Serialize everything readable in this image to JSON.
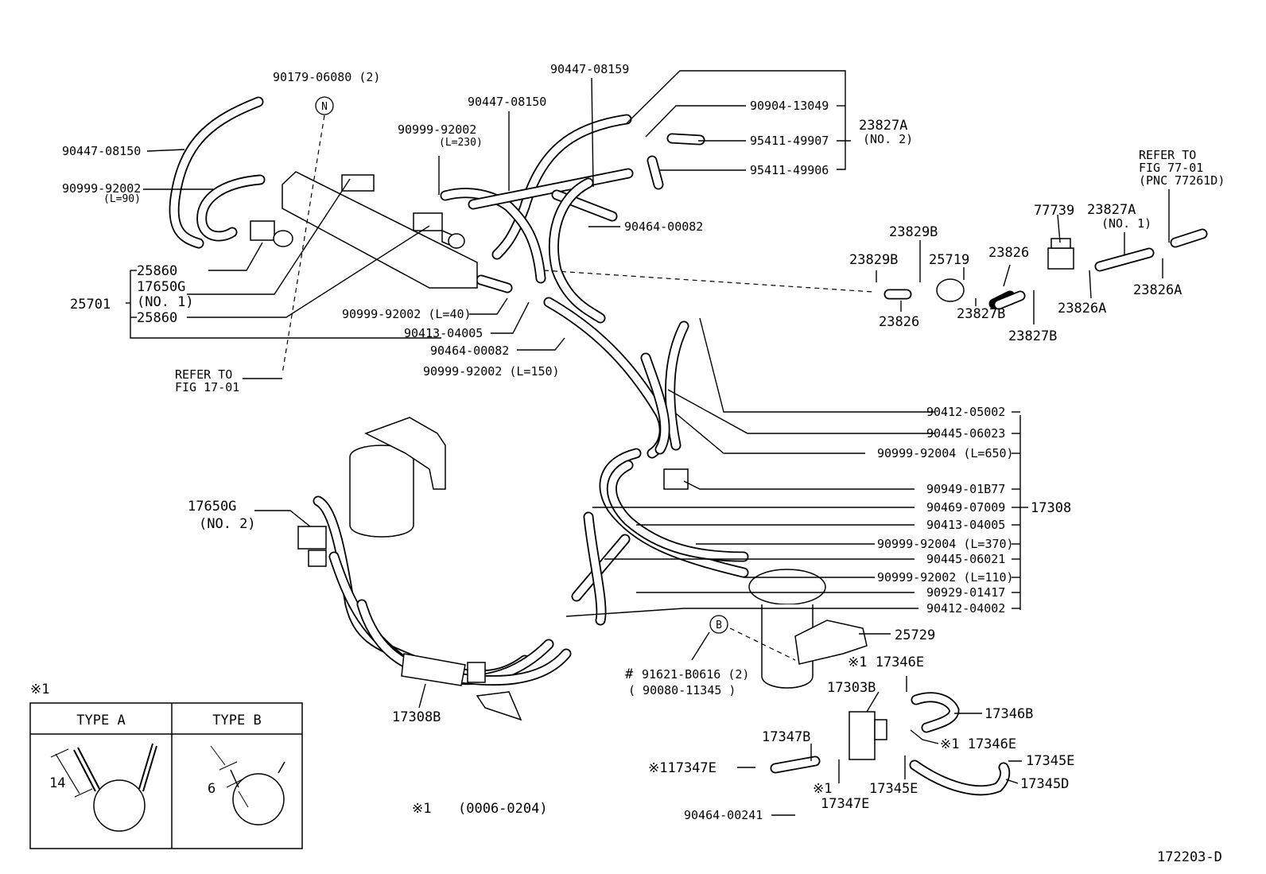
{
  "callouts": {
    "p90179_06080": "90179-06080 (2)",
    "p90447_08150_left": "90447-08150",
    "p90999_92002_l90": "90999-92002",
    "l90": "(L=90)",
    "p25860_a": "25860",
    "p17650g_no1": "17650G",
    "no1": "(NO. 1)",
    "p25701": "25701",
    "p25860_b": "25860",
    "refer_17_01_a": "REFER TO",
    "refer_17_01_b": "FIG 17-01",
    "p90447_08159": "90447-08159",
    "p90447_08150_mid": "90447-08150",
    "p90999_92002_l230": "90999-92002",
    "l230": "(L=230)",
    "p90904_13049": "90904-13049",
    "p95411_49907": "95411-49907",
    "p95411_49906": "95411-49906",
    "p23827a_no2": "23827A",
    "no2": "(NO. 2)",
    "p90464_00082_a": "90464-00082",
    "refer_77_01_a": "REFER TO",
    "refer_77_01_b": "FIG 77-01",
    "refer_77_01_c": "(PNC 77261D)",
    "p77739": "77739",
    "p23827a_no1": "23827A",
    "no1_b": "(NO. 1)",
    "p23829b_a": "23829B",
    "p23829b_b": "23829B",
    "p25719": "25719",
    "p23826_a": "23826",
    "p23826_b": "23826",
    "p23827b_a": "23827B",
    "p23827b_b": "23827B",
    "p23826a_a": "23826A",
    "p23826a_b": "23826A",
    "p90999_92002_l40": "90999-92002 (L=40)",
    "p90413_04005_a": "90413-04005",
    "p90464_00082_b": "90464-00082",
    "p90999_92002_l150": "90999-92002 (L=150)",
    "p90412_05002": "90412-05002",
    "p90445_06023": "90445-06023",
    "p90999_92004_l650": "90999-92004 (L=650)",
    "p90949_01b77": "90949-01B77",
    "p90469_07009": "90469-07009",
    "p17308": "17308",
    "p90413_04005_b": "90413-04005",
    "p90999_92004_l370": "90999-92004 (L=370)",
    "p90445_06021": "90445-06021",
    "p90999_92002_l110": "90999-92002 (L=110)",
    "p90929_01417": "90929-01417",
    "p90412_04002": "90412-04002",
    "p17650g_no2": "17650G",
    "no2_b": "(NO. 2)",
    "p25729": "25729",
    "hash": "#",
    "p91621_b0616": "91621-B0616 (2)",
    "p90080_11345": "( 90080-11345 )",
    "p17308b": "17308B",
    "p17346e_a": "※1 17346E",
    "p17303b": "17303B",
    "p17346b": "17346B",
    "p17347b": "17347B",
    "p17346e_b": "※1 17346E",
    "p17345e_a": "17345E",
    "p17347e_a": "※117347E",
    "p17347e_b_mark": "※1",
    "p17347e_b": "17347E",
    "p17345e_b": "17345E",
    "p17345d": "17345D",
    "p90464_00241": "90464-00241",
    "circle_n": "N",
    "circle_b": "B"
  },
  "type_table": {
    "mark": "※1",
    "col_a": "TYPE  A",
    "col_b": "TYPE  B",
    "dim_a": "14",
    "dim_b": "6"
  },
  "footnote": {
    "mark": "※1",
    "range": "(0006-0204)"
  },
  "figure_id": "172203-D"
}
